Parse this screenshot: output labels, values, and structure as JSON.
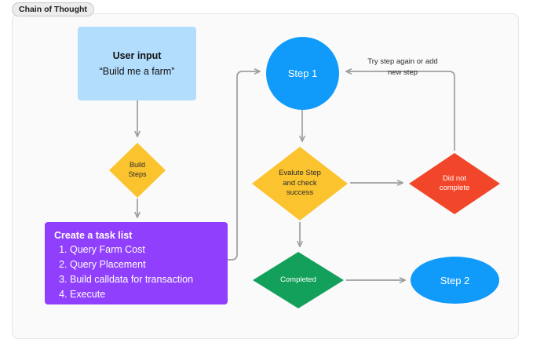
{
  "panel": {
    "chip_label": "Chain of Thought",
    "background": "#fafafa",
    "border_color": "#e6e6e6"
  },
  "colors": {
    "user_input_fill": "#b3ddfd",
    "task_list_fill": "#9040fc",
    "decision_fill": "#fbc32e",
    "fail_fill": "#f2462a",
    "success_fill": "#13a05a",
    "step_fill": "#109bfb",
    "connector": "#9e9e9e"
  },
  "nodes": {
    "user_input": {
      "title": "User input",
      "quote": "“Build me a farm”"
    },
    "build_steps": {
      "line1": "Build",
      "line2": "Steps"
    },
    "task_list": {
      "title": "Create a task list",
      "items": [
        "Query Farm Cost",
        "Query Placement",
        "Build calldata for transaction",
        "Execute"
      ]
    },
    "step1": {
      "label": "Step 1"
    },
    "step2": {
      "label": "Step 2"
    },
    "evaluate": {
      "line1": "Evalute Step",
      "line2": "and check",
      "line3": "success"
    },
    "did_not_complete": {
      "line1": "Did not",
      "line2": "complete"
    },
    "completed": {
      "label": "Completed"
    }
  },
  "edges": {
    "retry_label_line1": "Try step again or add",
    "retry_label_line2": "new step"
  }
}
